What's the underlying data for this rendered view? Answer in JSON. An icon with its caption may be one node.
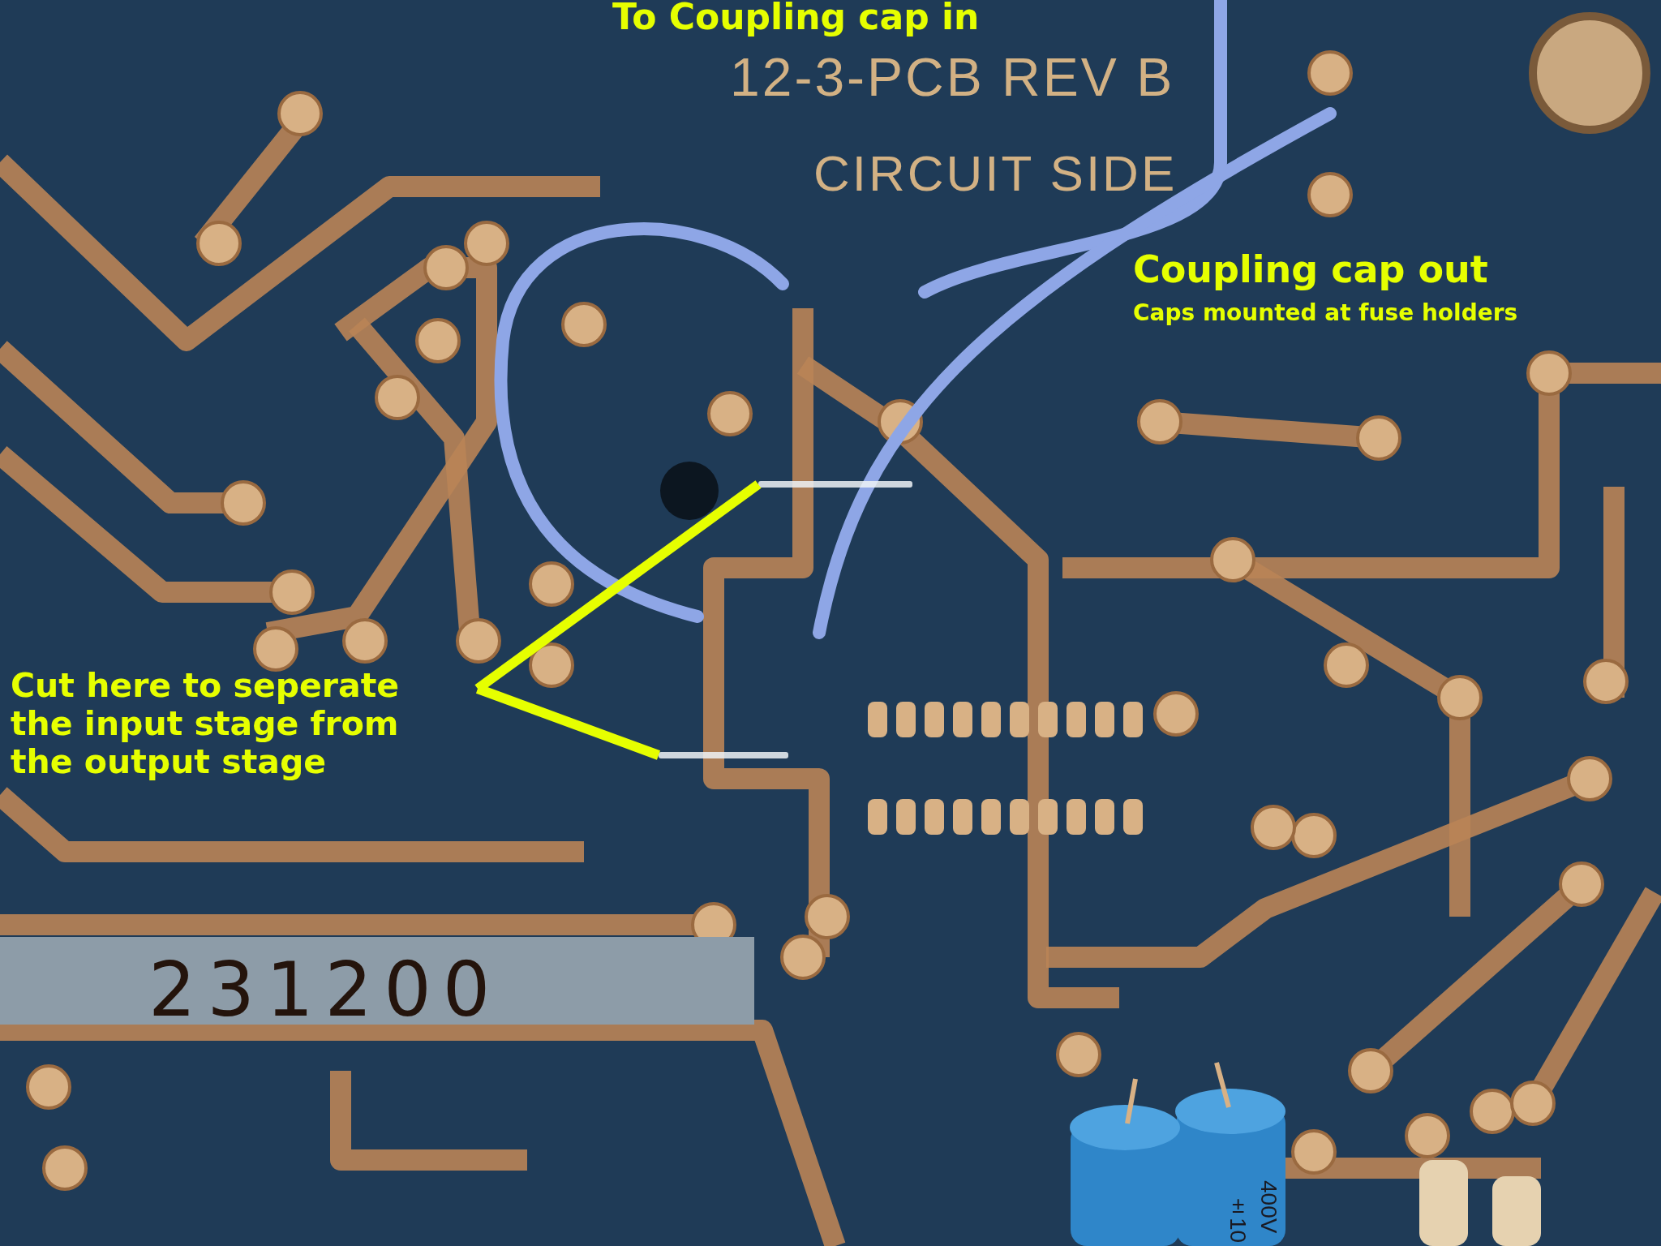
{
  "diagram": {
    "nodes": [
      {
        "text": [
          "Cut here to seperate the input stage from the output stage"
        ]
      },
      {
        "text": [],
        "shape": "bar"
      },
      {
        "text": [],
        "shape": "bar"
      }
    ],
    "edges": [
      {
        "from": 0,
        "to": 1,
        "arrow": "none"
      },
      {
        "from": 0,
        "to": 2,
        "arrow": "none"
      }
    ],
    "labels": [
      "To Coupling cap in",
      "12-3-PCB REV B",
      "CIRCUIT SIDE",
      "Coupling cap out",
      "Caps mounted at fuse holders",
      "231200",
      "400V",
      "±10"
    ]
  }
}
